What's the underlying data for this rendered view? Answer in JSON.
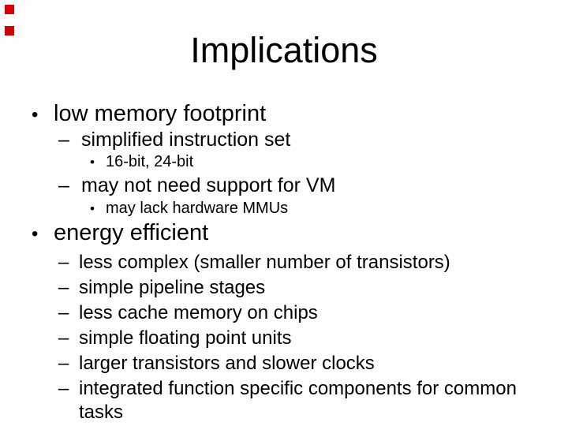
{
  "slide": {
    "title": "Implications",
    "text_color": "#000000",
    "background_color": "#fefefe",
    "decorations": {
      "squares": [
        {
          "name": "red-square-top",
          "color": "#d80000"
        },
        {
          "name": "red-square-bottom",
          "color": "#cf0400"
        }
      ]
    },
    "lines": [
      {
        "level": 1,
        "marker": "•",
        "text": "low memory footprint"
      },
      {
        "level": 2,
        "marker": "–",
        "text": "simplified instruction set"
      },
      {
        "level": 3,
        "marker": "•",
        "text": "16-bit, 24-bit"
      },
      {
        "level": 2,
        "marker": "–",
        "text": "may not need support for VM"
      },
      {
        "level": 3,
        "marker": "•",
        "text": "may lack hardware MMUs"
      },
      {
        "level": 1,
        "marker": "•",
        "text": "energy efficient"
      },
      {
        "level": 2,
        "marker": "–",
        "text": "less complex (smaller number of transistors)"
      },
      {
        "level": 2,
        "marker": "–",
        "text": "simple pipeline stages"
      },
      {
        "level": 2,
        "marker": "–",
        "text": "less cache memory on chips"
      },
      {
        "level": 2,
        "marker": "–",
        "text": "simple floating point units"
      },
      {
        "level": 2,
        "marker": "–",
        "text": "larger transistors and slower clocks"
      },
      {
        "level": 2,
        "marker": "–",
        "text": "integrated function specific components for common"
      },
      {
        "level": 2,
        "marker": "",
        "text": "tasks"
      }
    ]
  }
}
